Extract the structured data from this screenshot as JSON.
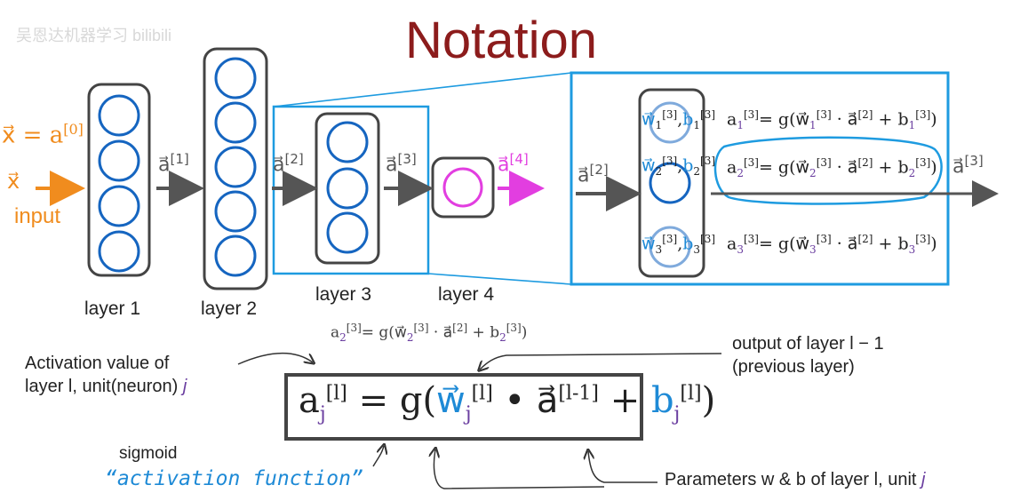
{
  "title": "Notation",
  "watermark": "吴恩达机器学习 bilibili",
  "inputs": {
    "x_eq_a0": "x⃗ = a",
    "a0_sup": "[0]",
    "x_vec": "x⃗",
    "input_label": "input"
  },
  "layers": {
    "layer1": "layer 1",
    "layer2": "layer 2",
    "layer3": "layer 3",
    "layer4": "layer 4"
  },
  "arrows": {
    "a1": "a⃗",
    "a1_sup": "[1]",
    "a2": "a⃗",
    "a2_sup": "[2]",
    "a3": "a⃗",
    "a3_sup": "[3]",
    "a4": "a⃗",
    "a4_sup": "[4]",
    "zoom_in": "a⃗",
    "zoom_in_sup": "[2]",
    "zoom_out": "a⃗",
    "zoom_out_sup": "[3]"
  },
  "zoom_params": [
    {
      "w": "w⃗",
      "sub": "1",
      "sup": "[3]",
      "b": "b",
      "bsub": "1",
      "bsup": "[3]"
    },
    {
      "w": "w⃗",
      "sub": "2",
      "sup": "[3]",
      "b": "b",
      "bsub": "2",
      "bsup": "[3]"
    },
    {
      "w": "w⃗",
      "sub": "3",
      "sup": "[3]",
      "b": "b",
      "bsub": "3",
      "bsup": "[3]"
    }
  ],
  "zoom_equations": [
    {
      "a": "a",
      "sub": "1",
      "sup": "[3]",
      "rest": "= g(w⃗",
      "wsub": "1",
      "wsup": "[3]",
      "mid": " · a⃗",
      "asup": "[2]",
      "plus": " + b",
      "bsub": "1",
      "bsup": "[3]",
      "end": ")"
    },
    {
      "a": "a",
      "sub": "2",
      "sup": "[3]",
      "rest": "= g(w⃗",
      "wsub": "2",
      "wsup": "[3]",
      "mid": " · a⃗",
      "asup": "[2]",
      "plus": " + b",
      "bsub": "2",
      "bsup": "[3]",
      "end": ")"
    },
    {
      "a": "a",
      "sub": "3",
      "sup": "[3]",
      "rest": "= g(w⃗",
      "wsub": "3",
      "wsup": "[3]",
      "mid": " · a⃗",
      "asup": "[2]",
      "plus": " + b",
      "bsub": "3",
      "bsup": "[3]",
      "end": ")"
    }
  ],
  "example_equation": {
    "a": "a",
    "sub": "2",
    "sup": "[3]",
    "rest": "= g(w⃗",
    "wsub": "2",
    "wsup": "[3]",
    "mid": " · a⃗",
    "asup": "[2]",
    "plus": " + b",
    "bsub": "2",
    "bsup": "[3]",
    "end": ")"
  },
  "general_equation": {
    "a": "a",
    "sub": "j",
    "sup": "[l]",
    "rest": " = g(",
    "w": "w⃗",
    "wsub": "j",
    "wsup": "[l]",
    "dot": " • ",
    "a2": "a⃗",
    "a2sup": "[l-1]",
    "plus": " + ",
    "b": "b",
    "bsub": "j",
    "bsup": "[l]",
    "end": ")"
  },
  "annotations": {
    "activation_line1": "Activation value of",
    "activation_line2": "layer l, unit(neuron) ",
    "activation_j": "j",
    "output_line1": "output of layer l − 1",
    "output_line2": "(previous layer)",
    "sigmoid": "sigmoid",
    "activation_function": "“activation function”",
    "parameters": "Parameters w & b of layer l, unit ",
    "parameters_j": "j"
  },
  "colors": {
    "title": "#8c1c1c",
    "neuron": "#1565c0",
    "highlight": "#1e9be0",
    "orange": "#f08c1e",
    "pink": "#e23ee0",
    "box": "#444444"
  }
}
